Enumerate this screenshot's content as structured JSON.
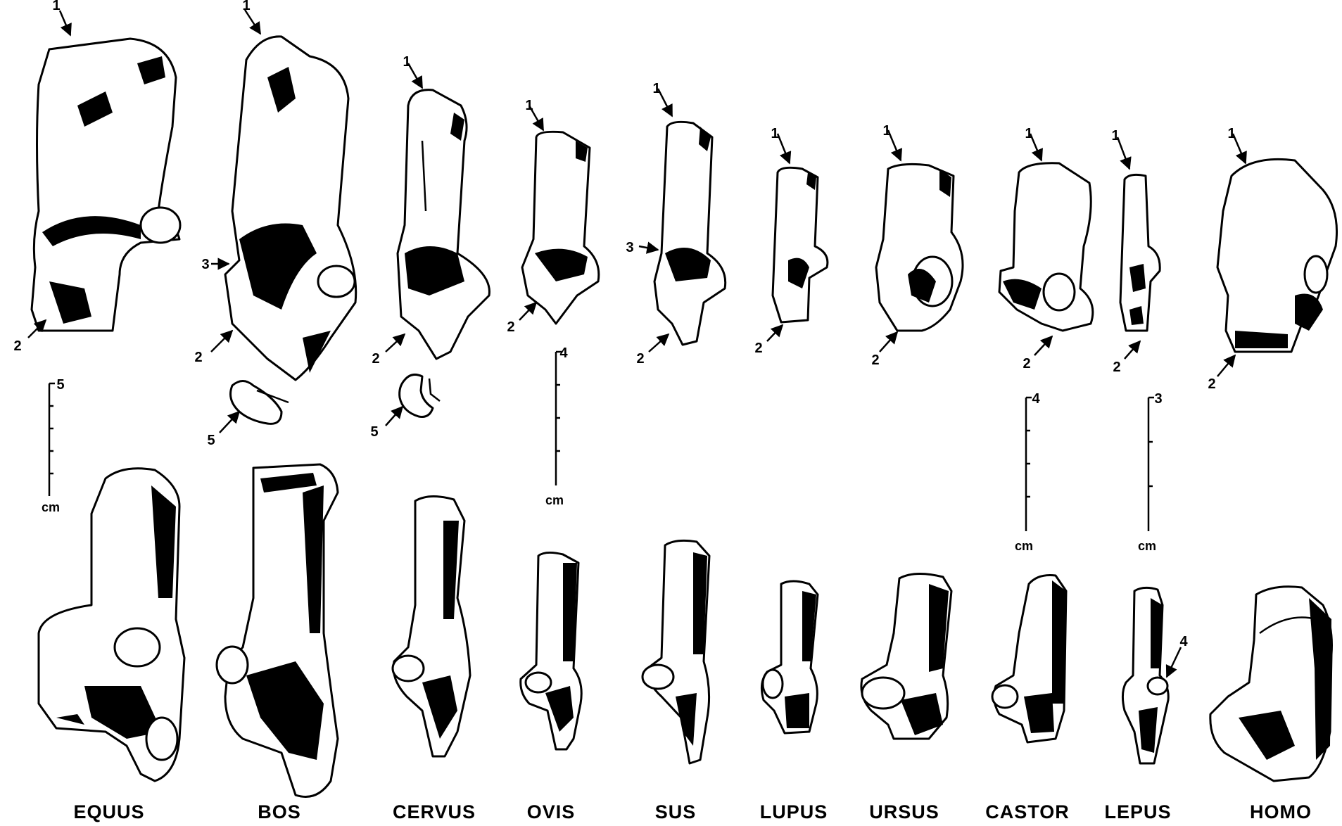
{
  "genera": [
    "EQUUS",
    "BOS",
    "CERVUS",
    "OVIS",
    "SUS",
    "LUPUS",
    "URSUS",
    "CASTOR",
    "LEPUS",
    "HOMO"
  ],
  "callouts": [
    "1",
    "2",
    "3",
    "4",
    "5"
  ],
  "scale_bars": [
    {
      "label": "5",
      "unit": "cm"
    },
    {
      "label": "4",
      "unit": "cm"
    },
    {
      "label": "4",
      "unit": "cm"
    },
    {
      "label": "3",
      "unit": "cm"
    }
  ]
}
